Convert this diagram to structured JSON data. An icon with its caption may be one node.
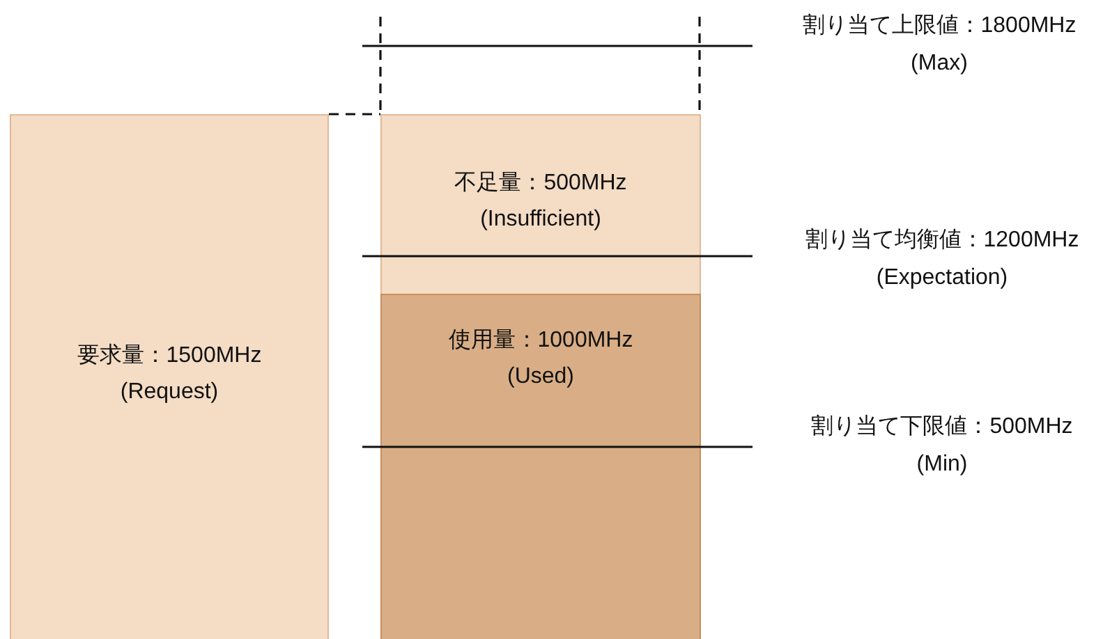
{
  "diagram": {
    "nodes": [
      {
        "text": [
          "要求量：1500MHz (Request)"
        ]
      },
      {
        "text": [
          "不足量：500MHz (Insufficient)"
        ]
      },
      {
        "text": [
          "使用量：1000MHz (Used)"
        ]
      }
    ],
    "labels": [
      "割り当て上限値：1800MHz (Max)",
      "割り当て均衡値：1200MHz (Expectation)",
      "割り当て下限値：500MHz (Min)"
    ]
  }
}
